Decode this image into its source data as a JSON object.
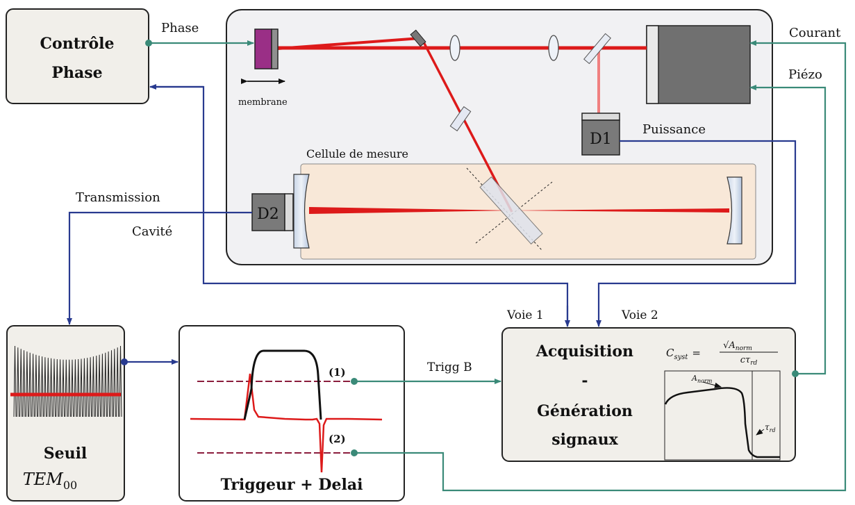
{
  "boxes": {
    "control_phase": [
      "Contrôle",
      "Phase"
    ],
    "seuil": {
      "title": "Seuil",
      "mode": "TEM",
      "mode_sub": "00"
    },
    "trigger": {
      "title": "Triggeur + Delai",
      "out1": "(1)",
      "out2": "(2)"
    },
    "acquisition": [
      "Acquisition",
      "-",
      "Génération",
      "signaux"
    ],
    "formula": {
      "lhs": "C",
      "lhs_sub": "syst",
      "eq": "=",
      "num": "√A",
      "num_sub": "norm",
      "den": "cτ",
      "den_sub": "rd"
    },
    "plot": {
      "a_norm": "A",
      "a_norm_sub": "norm",
      "tau": "τ",
      "tau_sub": "rd"
    }
  },
  "optics": {
    "membrane": "membrane",
    "cellule": "Cellule de mesure",
    "d1": "D1",
    "d2": "D2"
  },
  "signals": {
    "phase": "Phase",
    "courant": "Courant",
    "piezo": "Piézo",
    "puissance": "Puissance",
    "transmission": "Transmission",
    "cavite": "Cavité",
    "voie1": "Voie 1",
    "voie2": "Voie 2",
    "trigg_b": "Trigg B"
  },
  "colors": {
    "green_line": "#3a8a78",
    "blue_line": "#283a8f",
    "laser": "#dd1a1a",
    "box_fill": "#f1efea",
    "cell_fill": "#f8e8d8",
    "detector": "#7a7a7a"
  }
}
